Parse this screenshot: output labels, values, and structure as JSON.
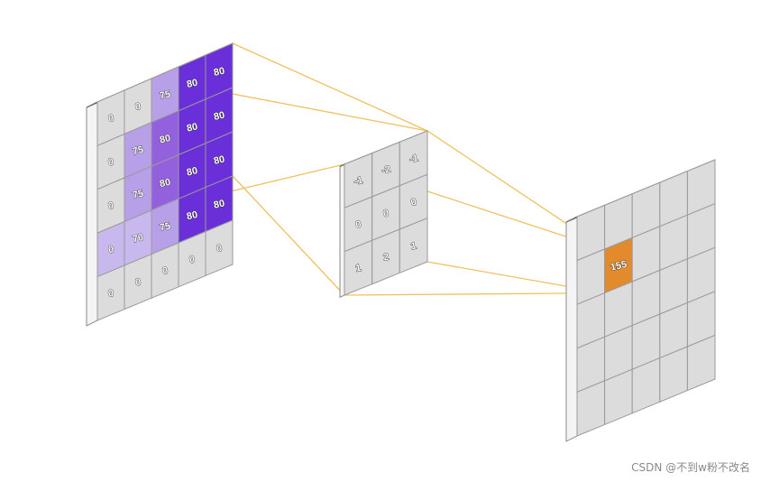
{
  "colors": {
    "background": "#ffffff",
    "cell_default": "#dcdcdc",
    "cell_border": "#9a9a9a",
    "light_purple": "#b8a0e8",
    "mid_purple": "#9361dd",
    "dark_purple": "#6a2fd8",
    "output_highlight": "#e28a2c",
    "connector": "#f0c060",
    "slab_side": "#f4f4f4",
    "slab_top": "#7a7a7a"
  },
  "input_grid": {
    "values": [
      [
        "0",
        "0",
        "75",
        "80",
        "80"
      ],
      [
        "0",
        "75",
        "80",
        "80",
        "80"
      ],
      [
        "0",
        "75",
        "80",
        "80",
        "80"
      ],
      [
        "0",
        "70",
        "75",
        "80",
        "80"
      ],
      [
        "0",
        "0",
        "0",
        "0",
        "0"
      ]
    ],
    "shades": [
      [
        "none",
        "none",
        "light",
        "dark",
        "dark"
      ],
      [
        "none",
        "light",
        "mid",
        "dark",
        "dark"
      ],
      [
        "none",
        "light",
        "mid",
        "dark",
        "dark"
      ],
      [
        "lightest",
        "lightest",
        "light",
        "dark",
        "dark"
      ],
      [
        "none",
        "none",
        "none",
        "none",
        "none"
      ]
    ]
  },
  "kernel_grid": {
    "values": [
      [
        "-1",
        "-2",
        "-1"
      ],
      [
        "0",
        "0",
        "0"
      ],
      [
        "1",
        "2",
        "1"
      ]
    ]
  },
  "output_grid": {
    "rows": 5,
    "cols": 5,
    "highlight_row": 1,
    "highlight_col": 1,
    "highlight_value": "155"
  },
  "watermark": "CSDN @不到w粉不改名"
}
